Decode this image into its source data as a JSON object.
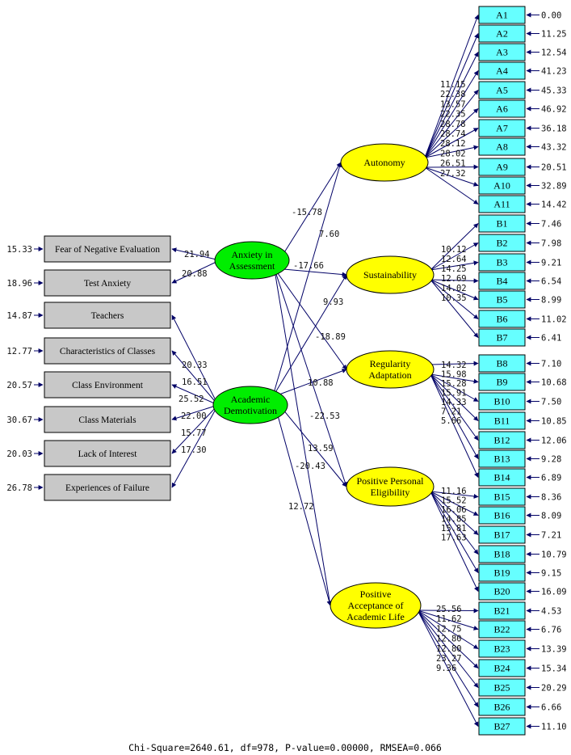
{
  "colors": {
    "observed_fill": "#66ffff",
    "indicator_fill": "#c8c8c8",
    "exogenous_fill": "#00ee00",
    "endogenous_fill": "#ffff00",
    "arrow": "#000066"
  },
  "latent_exogenous": [
    {
      "id": "anx",
      "lines": [
        "Anxiety in",
        "Assessment"
      ]
    },
    {
      "id": "dem",
      "lines": [
        "Academic",
        "Demotivation"
      ]
    }
  ],
  "latent_endogenous": [
    {
      "id": "aut",
      "lines": [
        "Autonomy"
      ]
    },
    {
      "id": "sus",
      "lines": [
        "Sustainability"
      ]
    },
    {
      "id": "reg",
      "lines": [
        "Regularity",
        "Adaptation"
      ]
    },
    {
      "id": "ppe",
      "lines": [
        "Positive Personal",
        "Eligibility"
      ]
    },
    {
      "id": "pal",
      "lines": [
        "Positive",
        "Acceptance of",
        "Academic Life"
      ]
    }
  ],
  "left_indicators": [
    {
      "label": "Fear of Negative Evaluation",
      "error": "15.33",
      "latent": "anx",
      "loading": "21.94"
    },
    {
      "label": "Test Anxiety",
      "error": "18.96",
      "latent": "anx",
      "loading": "20.88"
    },
    {
      "label": "Teachers",
      "error": "14.87",
      "latent": "dem",
      "loading": "20.33"
    },
    {
      "label": "Characteristics of Classes",
      "error": "12.77",
      "latent": "dem",
      "loading": "16.51"
    },
    {
      "label": "Class Environment",
      "error": "20.57",
      "latent": "dem",
      "loading": "25.52"
    },
    {
      "label": "Class Materials",
      "error": "30.67",
      "latent": "dem",
      "loading": "22.00"
    },
    {
      "label": "Lack of Interest",
      "error": "20.03",
      "latent": "dem",
      "loading": "15.77"
    },
    {
      "label": "Experiences of Failure",
      "error": "26.78",
      "latent": "dem",
      "loading": "17.30"
    }
  ],
  "paths": [
    {
      "from": "anx",
      "to": "aut",
      "value": "-15.78"
    },
    {
      "from": "dem",
      "to": "aut",
      "value": "7.60"
    },
    {
      "from": "anx",
      "to": "sus",
      "value": "-17.66"
    },
    {
      "from": "dem",
      "to": "sus",
      "value": "9.93"
    },
    {
      "from": "anx",
      "to": "reg",
      "value": "-18.89"
    },
    {
      "from": "dem",
      "to": "reg",
      "value": "10.88"
    },
    {
      "from": "anx",
      "to": "ppe",
      "value": "-22.53"
    },
    {
      "from": "dem",
      "to": "ppe",
      "value": "13.59"
    },
    {
      "from": "anx",
      "to": "pal",
      "value": "-20.43"
    },
    {
      "from": "dem",
      "to": "pal",
      "value": "12.72"
    }
  ],
  "right_indicators": [
    {
      "label": "A1",
      "error": "0.00",
      "latent": "aut",
      "loading": ""
    },
    {
      "label": "A2",
      "error": "11.25",
      "latent": "aut",
      "loading": "11.15"
    },
    {
      "label": "A3",
      "error": "12.54",
      "latent": "aut",
      "loading": "22.38"
    },
    {
      "label": "A4",
      "error": "41.23",
      "latent": "aut",
      "loading": "13.57"
    },
    {
      "label": "A5",
      "error": "45.33",
      "latent": "aut",
      "loading": "22.35"
    },
    {
      "label": "A6",
      "error": "46.92",
      "latent": "aut",
      "loading": "28.78"
    },
    {
      "label": "A7",
      "error": "36.18",
      "latent": "aut",
      "loading": "28.74"
    },
    {
      "label": "A8",
      "error": "43.32",
      "latent": "aut",
      "loading": "28.12"
    },
    {
      "label": "A9",
      "error": "20.51",
      "latent": "aut",
      "loading": "28.02"
    },
    {
      "label": "A10",
      "error": "32.89",
      "latent": "aut",
      "loading": "26.51"
    },
    {
      "label": "A11",
      "error": "14.42",
      "latent": "aut",
      "loading": "27.32"
    },
    {
      "label": "B1",
      "error": "7.46",
      "latent": "sus",
      "loading": ""
    },
    {
      "label": "B2",
      "error": "7.98",
      "latent": "sus",
      "loading": "10.12"
    },
    {
      "label": "B3",
      "error": "9.21",
      "latent": "sus",
      "loading": "12.64"
    },
    {
      "label": "B4",
      "error": "6.54",
      "latent": "sus",
      "loading": "14.25"
    },
    {
      "label": "B5",
      "error": "8.99",
      "latent": "sus",
      "loading": "12.69"
    },
    {
      "label": "B6",
      "error": "11.02",
      "latent": "sus",
      "loading": "14.02"
    },
    {
      "label": "B7",
      "error": "6.41",
      "latent": "sus",
      "loading": "10.35"
    },
    {
      "label": "B8",
      "error": "7.10",
      "latent": "reg",
      "loading": "14.32"
    },
    {
      "label": "B9",
      "error": "10.68",
      "latent": "reg",
      "loading": "15.98"
    },
    {
      "label": "B10",
      "error": "7.50",
      "latent": "reg",
      "loading": "15.28"
    },
    {
      "label": "B11",
      "error": "10.85",
      "latent": "reg",
      "loading": "15.91"
    },
    {
      "label": "B12",
      "error": "12.06",
      "latent": "reg",
      "loading": "14.33"
    },
    {
      "label": "B13",
      "error": "9.28",
      "latent": "reg",
      "loading": "7.21"
    },
    {
      "label": "B14",
      "error": "6.89",
      "latent": "reg",
      "loading": "5.66"
    },
    {
      "label": "B15",
      "error": "8.36",
      "latent": "ppe",
      "loading": "11.16"
    },
    {
      "label": "B16",
      "error": "8.09",
      "latent": "ppe",
      "loading": "15.52"
    },
    {
      "label": "B17",
      "error": "7.21",
      "latent": "ppe",
      "loading": "16.06"
    },
    {
      "label": "B18",
      "error": "10.79",
      "latent": "ppe",
      "loading": "14.85"
    },
    {
      "label": "B19",
      "error": "9.15",
      "latent": "ppe",
      "loading": "15.81"
    },
    {
      "label": "B20",
      "error": "16.09",
      "latent": "ppe",
      "loading": "17.63"
    },
    {
      "label": "B21",
      "error": "4.53",
      "latent": "pal",
      "loading": "25.56"
    },
    {
      "label": "B22",
      "error": "6.76",
      "latent": "pal",
      "loading": "11.62"
    },
    {
      "label": "B23",
      "error": "13.39",
      "latent": "pal",
      "loading": "12.75"
    },
    {
      "label": "B24",
      "error": "15.34",
      "latent": "pal",
      "loading": "12.80"
    },
    {
      "label": "B25",
      "error": "20.29",
      "latent": "pal",
      "loading": "12.80"
    },
    {
      "label": "B26",
      "error": "6.66",
      "latent": "pal",
      "loading": "23.27"
    },
    {
      "label": "B27",
      "error": "11.10",
      "latent": "pal",
      "loading": "9.36"
    }
  ],
  "fit_statistics": "Chi-Square=2640.61, df=978, P-value=0.00000, RMSEA=0.066"
}
